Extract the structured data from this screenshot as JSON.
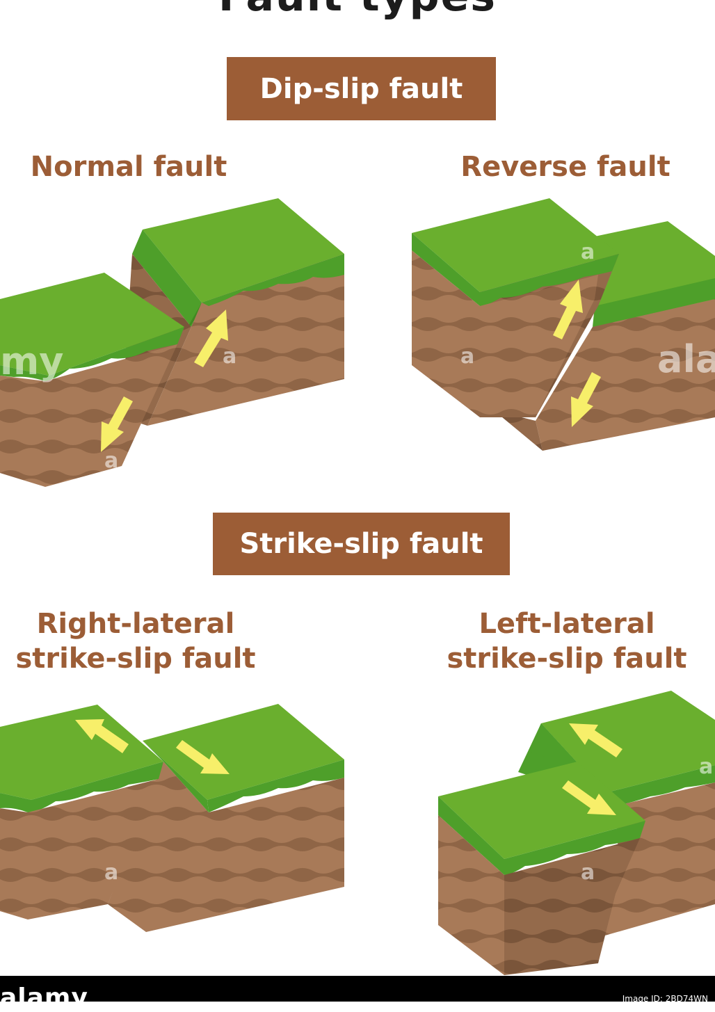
{
  "top_cut_text": "Fault types",
  "banners": {
    "dip_slip": "Dip-slip fault",
    "strike_slip": "Strike-slip fault"
  },
  "headings": {
    "normal": [
      "Normal fault"
    ],
    "reverse": [
      "Reverse fault"
    ],
    "right_lateral": [
      "Right-lateral",
      "strike-slip fault"
    ],
    "left_lateral": [
      "Left-lateral",
      "strike-slip fault"
    ]
  },
  "colors": {
    "banner": "#9c5d36",
    "heading": "#9c5d36",
    "grass_top": "#6aaf2e",
    "grass_front": "#4e9f2a",
    "soil": "#a87a58",
    "soil_dark": "#8b6244",
    "arrow": "#f7ef6a"
  },
  "watermarks": {
    "left": "my",
    "right": "alan",
    "letter": "a"
  },
  "footer": {
    "logo": "alamy",
    "image_id": "Image ID: 2BD74WN"
  }
}
